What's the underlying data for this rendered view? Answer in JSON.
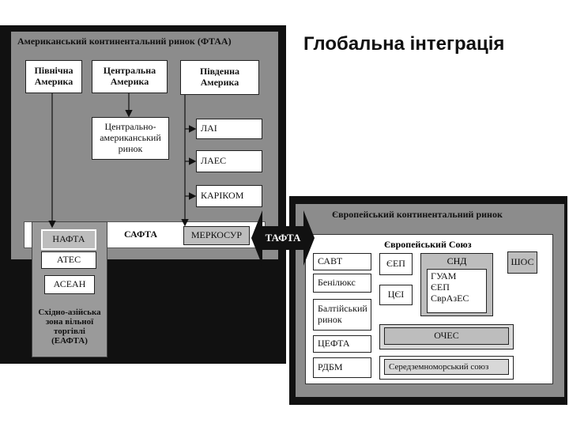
{
  "slide": {
    "title": "Глобальна інтеграція"
  },
  "america": {
    "title": "Американський континентальний ринок (ФТАА)",
    "north": "Північна Америка",
    "central": "Центральна Америка",
    "south": "Південна Америка",
    "central_market": "Центрально-американський ринок",
    "lai": "ЛАІ",
    "laes": "ЛАЕС",
    "caricom": "КАРІКОМ",
    "nafta": "НАФТА",
    "safta": "САФТА",
    "mercosur": "МЕРКОСУР"
  },
  "asia": {
    "apec": "АТЕС",
    "asean": "АСЕАН",
    "eafta": "Східно-азійська зона вільної торгівлі (ЕАФТА)"
  },
  "bridge": {
    "label": "ТАФТА"
  },
  "europe": {
    "title": "Європейський континентальний ринок",
    "eu": "Європейський Союз",
    "savt": "САВТ",
    "benelux": "Бенілюкс",
    "baltic": "Балтійський ринок",
    "cefta": "ЦЕФТА",
    "rdbm": "РДБМ",
    "eep": "ЄЕП",
    "tsei": "ЦЄІ",
    "snd": "СНД",
    "guam": "ГУАМ",
    "eep2": "ЄЕП",
    "evrazes": "СврАзЕС",
    "shos": "ШОС",
    "oches": "ОЧЕС",
    "med": "Середземноморський союз"
  }
}
